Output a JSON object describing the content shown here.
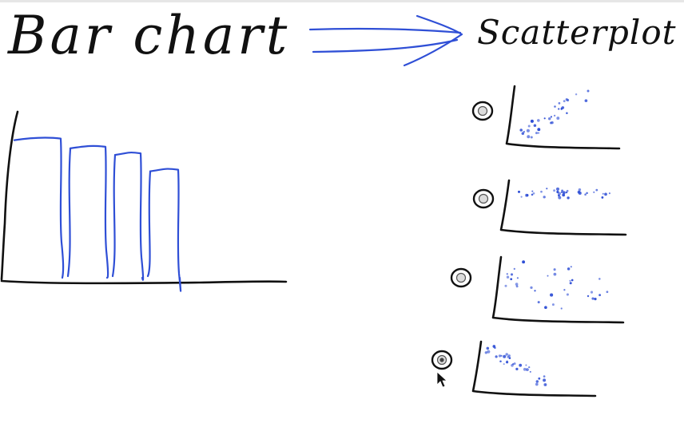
{
  "title_left": "Bar chart",
  "title_right": "Scatterplot",
  "colors": {
    "ink": "#111111",
    "accent": "#2f4fd6"
  },
  "bar_sketch": {
    "bar_count": 4,
    "bar_heights": [
      0.87,
      0.82,
      0.78,
      0.68
    ]
  },
  "options": [
    {
      "pattern": "positive-correlation",
      "selected": false
    },
    {
      "pattern": "no-correlation-flat",
      "selected": false
    },
    {
      "pattern": "no-correlation-scattered",
      "selected": false
    },
    {
      "pattern": "negative-correlation",
      "selected": true
    }
  ]
}
